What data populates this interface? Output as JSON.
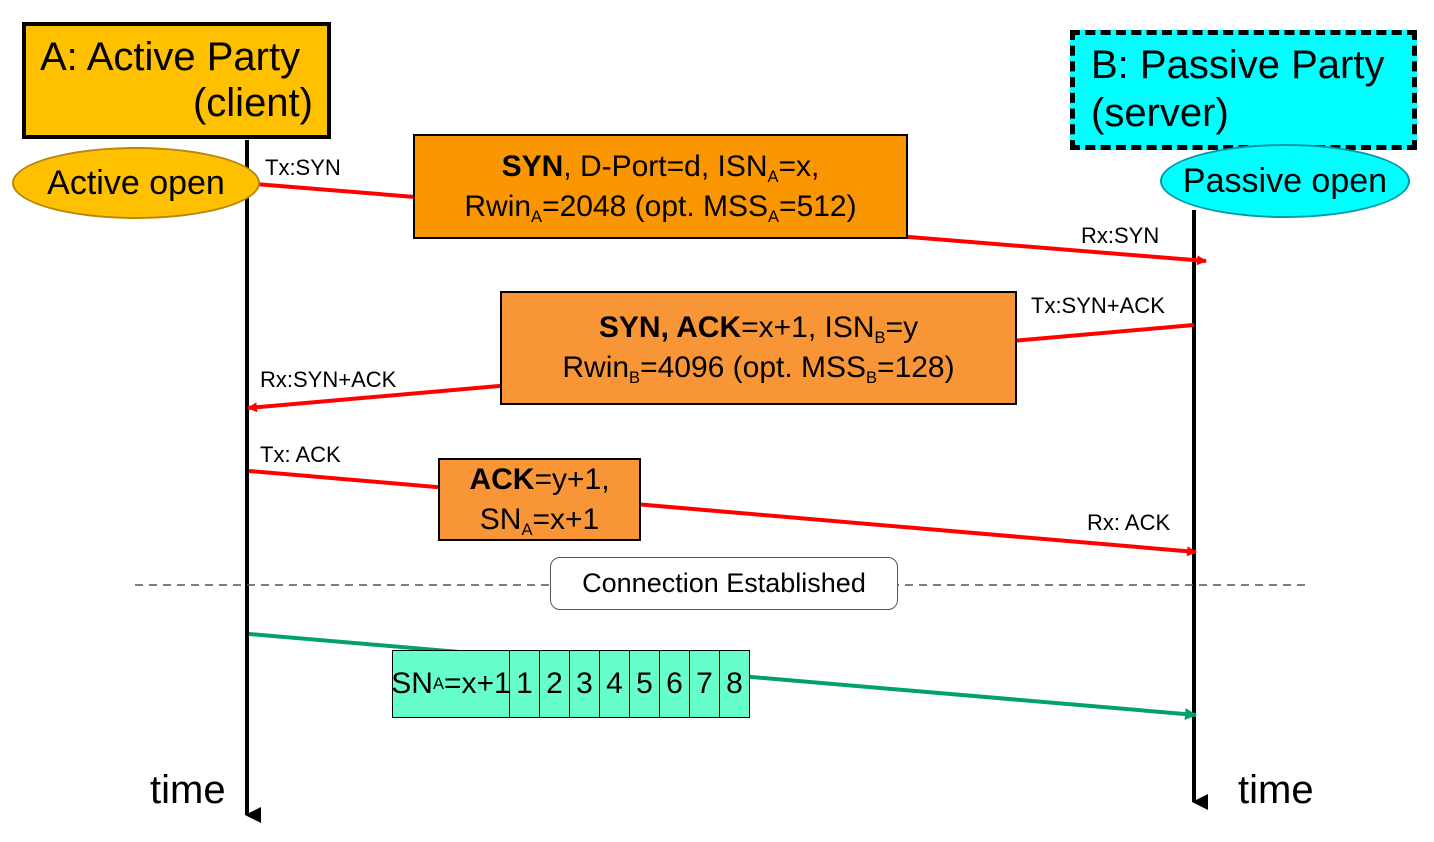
{
  "party_a": {
    "line1": "A: Active Party",
    "line2": "(client)"
  },
  "party_b": {
    "line1": "B: Passive Party",
    "line2": "(server)"
  },
  "active_open": "Active open",
  "passive_open": "Passive open",
  "labels": {
    "tx_syn": "Tx:SYN",
    "rx_syn": "Rx:SYN",
    "tx_synack": "Tx:SYN+ACK",
    "rx_synack": "Rx:SYN+ACK",
    "tx_ack": "Tx: ACK",
    "rx_ack": "Rx: ACK"
  },
  "msg1": {
    "line1": [
      {
        "t": "SYN",
        "b": true
      },
      {
        "t": ", D-Port=d, ISN"
      },
      {
        "t": "A",
        "sub": true
      },
      {
        "t": "=x,"
      }
    ],
    "line2": [
      {
        "t": "Rwin"
      },
      {
        "t": "A",
        "sub": true
      },
      {
        "t": "=2048 (opt. MSS"
      },
      {
        "t": "A",
        "sub": true
      },
      {
        "t": "=512)"
      }
    ]
  },
  "msg2": {
    "line1": [
      {
        "t": "SYN, ACK",
        "b": true
      },
      {
        "t": "=x+1, ISN"
      },
      {
        "t": "B",
        "sub": true
      },
      {
        "t": "=y"
      }
    ],
    "line2": [
      {
        "t": "Rwin"
      },
      {
        "t": "B",
        "sub": true
      },
      {
        "t": "=4096 (opt. MSS"
      },
      {
        "t": "B",
        "sub": true
      },
      {
        "t": "=128)"
      }
    ]
  },
  "msg3": {
    "line1": [
      {
        "t": "ACK",
        "b": true
      },
      {
        "t": "=y+1,"
      }
    ],
    "line2": [
      {
        "t": "SN"
      },
      {
        "t": "A",
        "sub": true
      },
      {
        "t": "=x+1"
      }
    ]
  },
  "established": "Connection Established",
  "data_segment": {
    "first": [
      {
        "t": "SN"
      },
      {
        "t": "A",
        "sub": true
      },
      {
        "t": "=x+1"
      }
    ],
    "bytes": [
      "1",
      "2",
      "3",
      "4",
      "5",
      "6",
      "7",
      "8"
    ]
  },
  "time_label": "time",
  "colors": {
    "party_a": "#ffc000",
    "party_b": "#00ffff",
    "message_box": "#f89536",
    "handshake_arrow": "#ff0000",
    "data_arrow": "#00a070",
    "data_strip": "#66ffcc"
  }
}
